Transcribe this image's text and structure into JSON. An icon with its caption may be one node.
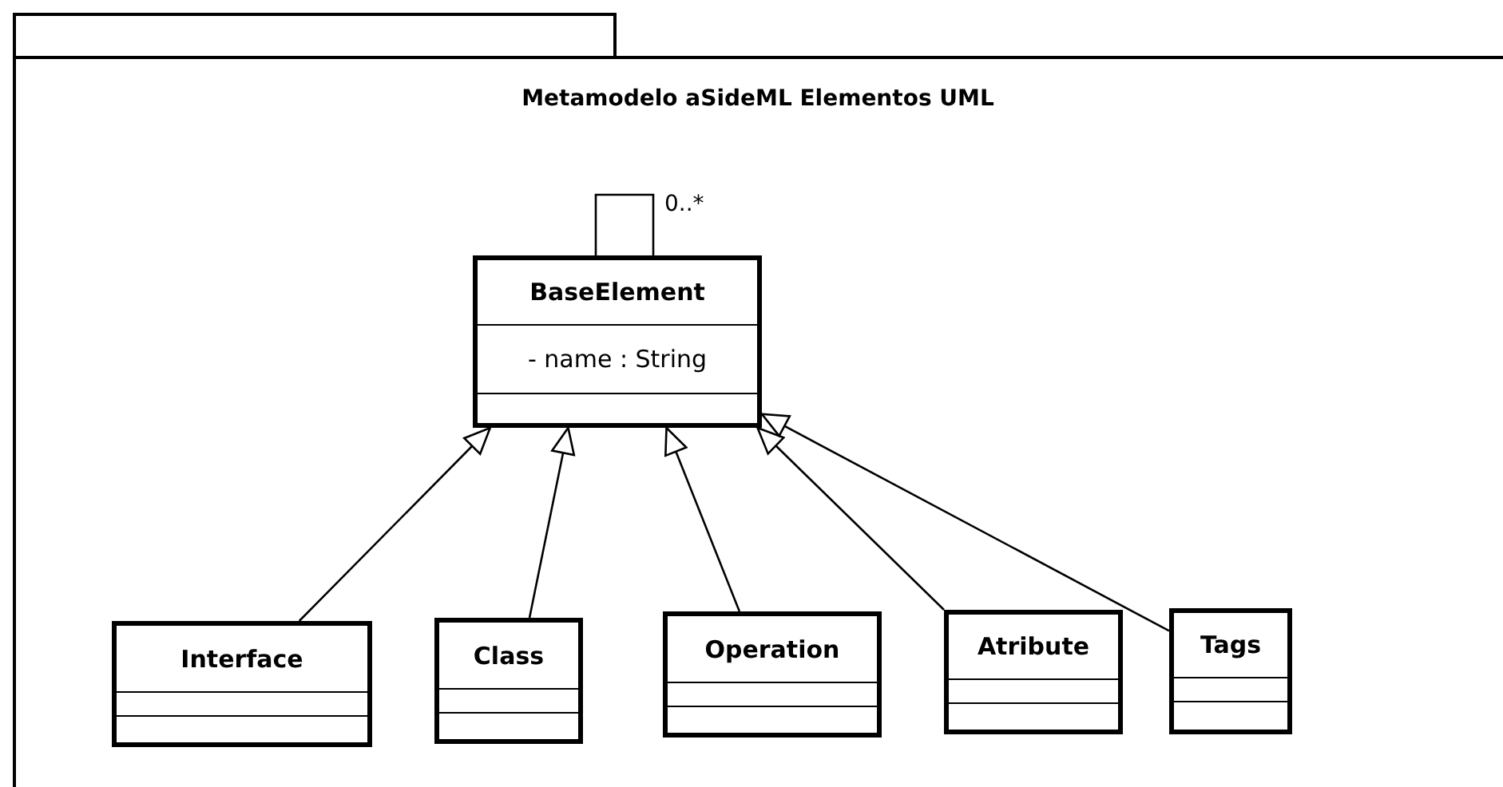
{
  "diagram": {
    "nodes": [
      {
        "text": [
          "Metamodelo aSideML Elementos UML"
        ]
      },
      {
        "text": [
          "BaseElement",
          "- name : String"
        ],
        "in": 0
      },
      {
        "text": [
          "Interface"
        ],
        "in": 0
      },
      {
        "text": [
          "Class"
        ],
        "in": 0
      },
      {
        "text": [
          "Operation"
        ],
        "in": 0
      },
      {
        "text": [
          "Atribute"
        ],
        "in": 0
      },
      {
        "text": [
          "Tags"
        ],
        "in": 0
      }
    ],
    "edges": [
      {
        "from": 1,
        "to": 1,
        "arrow": "none",
        "label": "0..*"
      },
      {
        "from": 2,
        "to": 1,
        "arrow": "to"
      },
      {
        "from": 3,
        "to": 1,
        "arrow": "to"
      },
      {
        "from": 4,
        "to": 1,
        "arrow": "to"
      },
      {
        "from": 5,
        "to": 1,
        "arrow": "to"
      },
      {
        "from": 6,
        "to": 1,
        "arrow": "to"
      }
    ]
  }
}
